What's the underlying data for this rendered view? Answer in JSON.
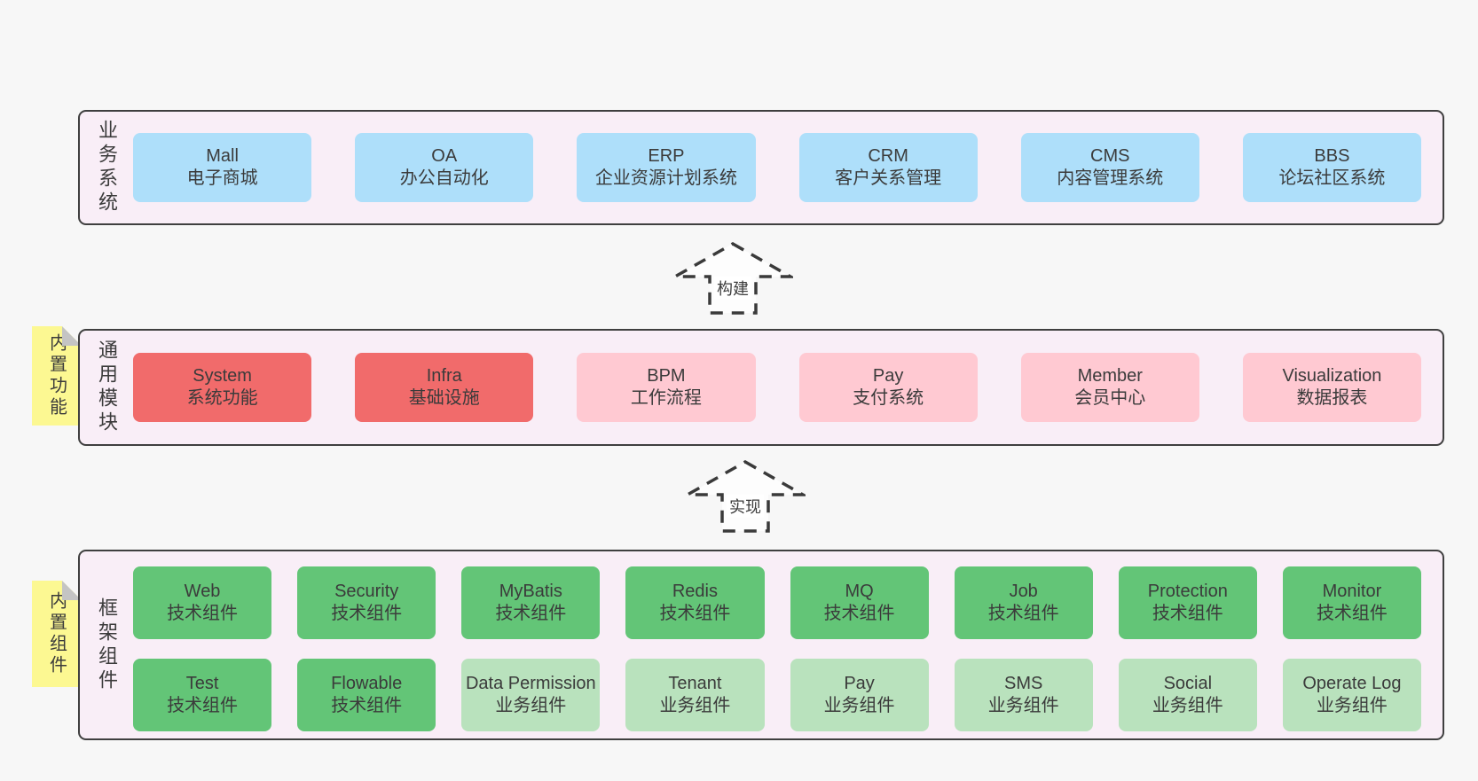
{
  "colors": {
    "page_bg": "#f7f7f7",
    "section_bg": "#f9eef7",
    "section_border": "#3f3f3f",
    "blue": "#aedffa",
    "red": "#f16b6b",
    "pink": "#ffc9d2",
    "green": "#63c577",
    "light_green": "#b9e2bd",
    "sticky_yellow": "#fcf892",
    "sticky_fold": "#c4c4c4",
    "text": "#3b3b3b"
  },
  "arrows": [
    {
      "label": "构建"
    },
    {
      "label": "实现"
    }
  ],
  "sections": {
    "business": {
      "label": "业务系统",
      "boxes": [
        {
          "title": "Mall",
          "subtitle": "电子商城"
        },
        {
          "title": "OA",
          "subtitle": "办公自动化"
        },
        {
          "title": "ERP",
          "subtitle": "企业资源计划系统"
        },
        {
          "title": "CRM",
          "subtitle": "客户关系管理"
        },
        {
          "title": "CMS",
          "subtitle": "内容管理系统"
        },
        {
          "title": "BBS",
          "subtitle": "论坛社区系统"
        }
      ]
    },
    "common": {
      "label": "通用模块",
      "sticky": "内置功能",
      "boxes": [
        {
          "title": "System",
          "subtitle": "系统功能"
        },
        {
          "title": "Infra",
          "subtitle": "基础设施"
        },
        {
          "title": "BPM",
          "subtitle": "工作流程"
        },
        {
          "title": "Pay",
          "subtitle": "支付系统"
        },
        {
          "title": "Member",
          "subtitle": "会员中心"
        },
        {
          "title": "Visualization",
          "subtitle": "数据报表"
        }
      ]
    },
    "framework": {
      "label": "框架组件",
      "sticky": "内置组件",
      "row1": [
        {
          "title": "Web",
          "subtitle": "技术组件"
        },
        {
          "title": "Security",
          "subtitle": "技术组件"
        },
        {
          "title": "MyBatis",
          "subtitle": "技术组件"
        },
        {
          "title": "Redis",
          "subtitle": "技术组件"
        },
        {
          "title": "MQ",
          "subtitle": "技术组件"
        },
        {
          "title": "Job",
          "subtitle": "技术组件"
        },
        {
          "title": "Protection",
          "subtitle": "技术组件"
        },
        {
          "title": "Monitor",
          "subtitle": "技术组件"
        }
      ],
      "row2": [
        {
          "title": "Test",
          "subtitle": "技术组件"
        },
        {
          "title": "Flowable",
          "subtitle": "技术组件"
        },
        {
          "title": "Data Permission",
          "subtitle": "业务组件"
        },
        {
          "title": "Tenant",
          "subtitle": "业务组件"
        },
        {
          "title": "Pay",
          "subtitle": "业务组件"
        },
        {
          "title": "SMS",
          "subtitle": "业务组件"
        },
        {
          "title": "Social",
          "subtitle": "业务组件"
        },
        {
          "title": "Operate Log",
          "subtitle": "业务组件"
        }
      ]
    }
  }
}
